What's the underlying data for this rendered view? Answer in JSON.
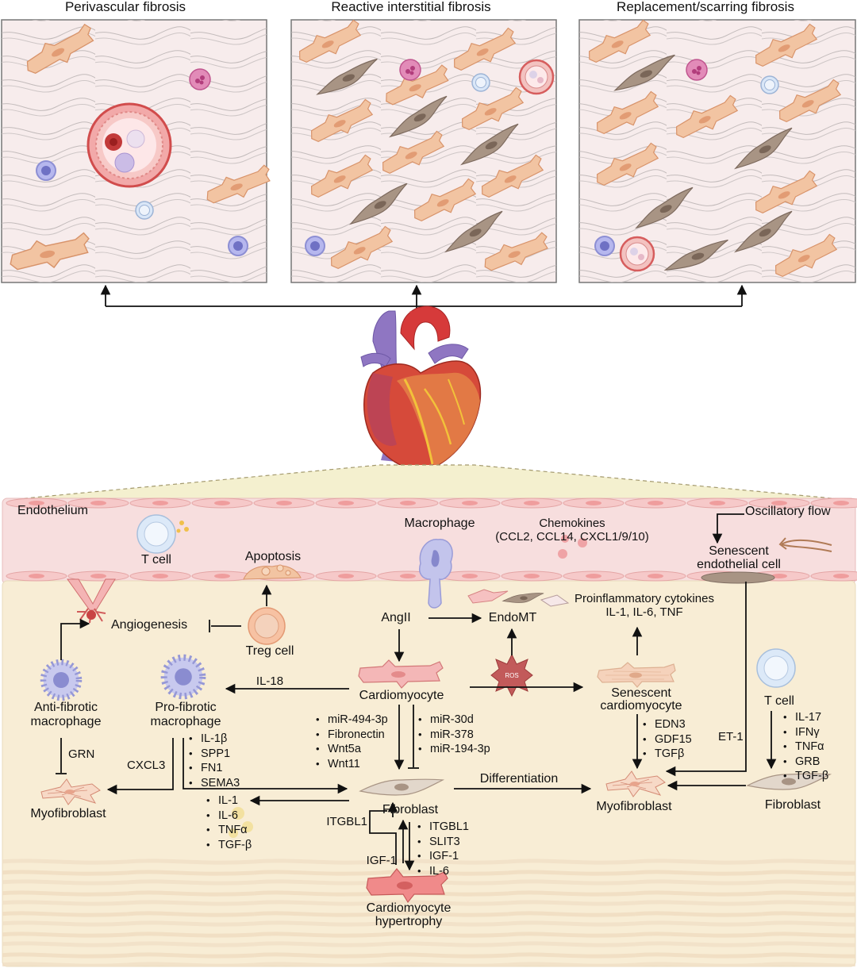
{
  "panels": [
    {
      "title": "Perivascular fibrosis"
    },
    {
      "title": "Reactive interstitial fibrosis"
    },
    {
      "title": "Replacement/scarring fibrosis"
    }
  ],
  "labels": {
    "endothelium": "Endothelium",
    "t_cell_top": "T cell",
    "apoptosis": "Apoptosis",
    "macrophage": "Macrophage",
    "chemokines": "Chemokines",
    "chemokine_list": "(CCL2, CCL14, CXCL1/9/10)",
    "oscillatory_flow": "Oscillatory flow",
    "senescent_endo_1": "Senescent",
    "senescent_endo_2": "endothelial cell",
    "angiogenesis": "Angiogenesis",
    "treg": "Treg cell",
    "angii": "AngII",
    "endomt": "EndoMT",
    "proinflam_1": "Proinflammatory cytokines",
    "proinflam_2": "IL-1, IL-6, TNF",
    "il18": "IL-18",
    "cardiomyocyte": "Cardiomyocyte",
    "ros": "ROS",
    "senescent_cm_1": "Senescent",
    "senescent_cm_2": "cardiomyocyte",
    "anti_fibrotic_1": "Anti-fibrotic",
    "anti_fibrotic_2": "macrophage",
    "pro_fibrotic_1": "Pro-fibrotic",
    "pro_fibrotic_2": "macrophage",
    "t_cell_right": "T cell",
    "grn": "GRN",
    "cxcl3": "CXCL3",
    "et1": "ET-1",
    "differentiation": "Differentiation",
    "myofibroblast_left": "Myofibroblast",
    "myofibroblast_center": "Myofibroblast",
    "fibroblast_center": "Fibroblast",
    "fibroblast_right": "Fibroblast",
    "itgbl1": "ITGBL1",
    "igf1": "IGF-1",
    "cm_hypertrophy_1": "Cardiomyocyte",
    "cm_hypertrophy_2": "hypertrophy"
  },
  "lists": {
    "pro_fibrotic_factors": [
      "IL-1β",
      "SPP1",
      "FN1",
      "SEMA3"
    ],
    "fibroblast_cytokines": [
      "IL-1",
      "IL-6",
      "TNFα",
      "TGF-β"
    ],
    "cm_to_fibro_left": [
      "miR-494-3p",
      "Fibronectin",
      "Wnt5a",
      "Wnt11"
    ],
    "cm_to_fibro_right": [
      "miR-30d",
      "miR-378",
      "miR-194-3p"
    ],
    "senescent_factors": [
      "EDN3",
      "GDF15",
      "TGFβ"
    ],
    "tcell_factors": [
      "IL-17",
      "IFNγ",
      "TNFα",
      "GRB",
      "TGF-β"
    ],
    "fibro_to_cm": [
      "ITGBL1",
      "SLIT3",
      "IGF-1",
      "IL-6"
    ]
  },
  "colors": {
    "panel_bg": "#f7ecec",
    "panel_border": "#777777",
    "endothelium_bg": "#f7dede",
    "tissue_bg": "#f8edd5",
    "myocyte": "#f2c4a2",
    "fibroblast": "#a89484",
    "lymphocyte": "#8d8fd4",
    "heart_red": "#d63a3a",
    "vessel_purple": "#8f76c2"
  }
}
